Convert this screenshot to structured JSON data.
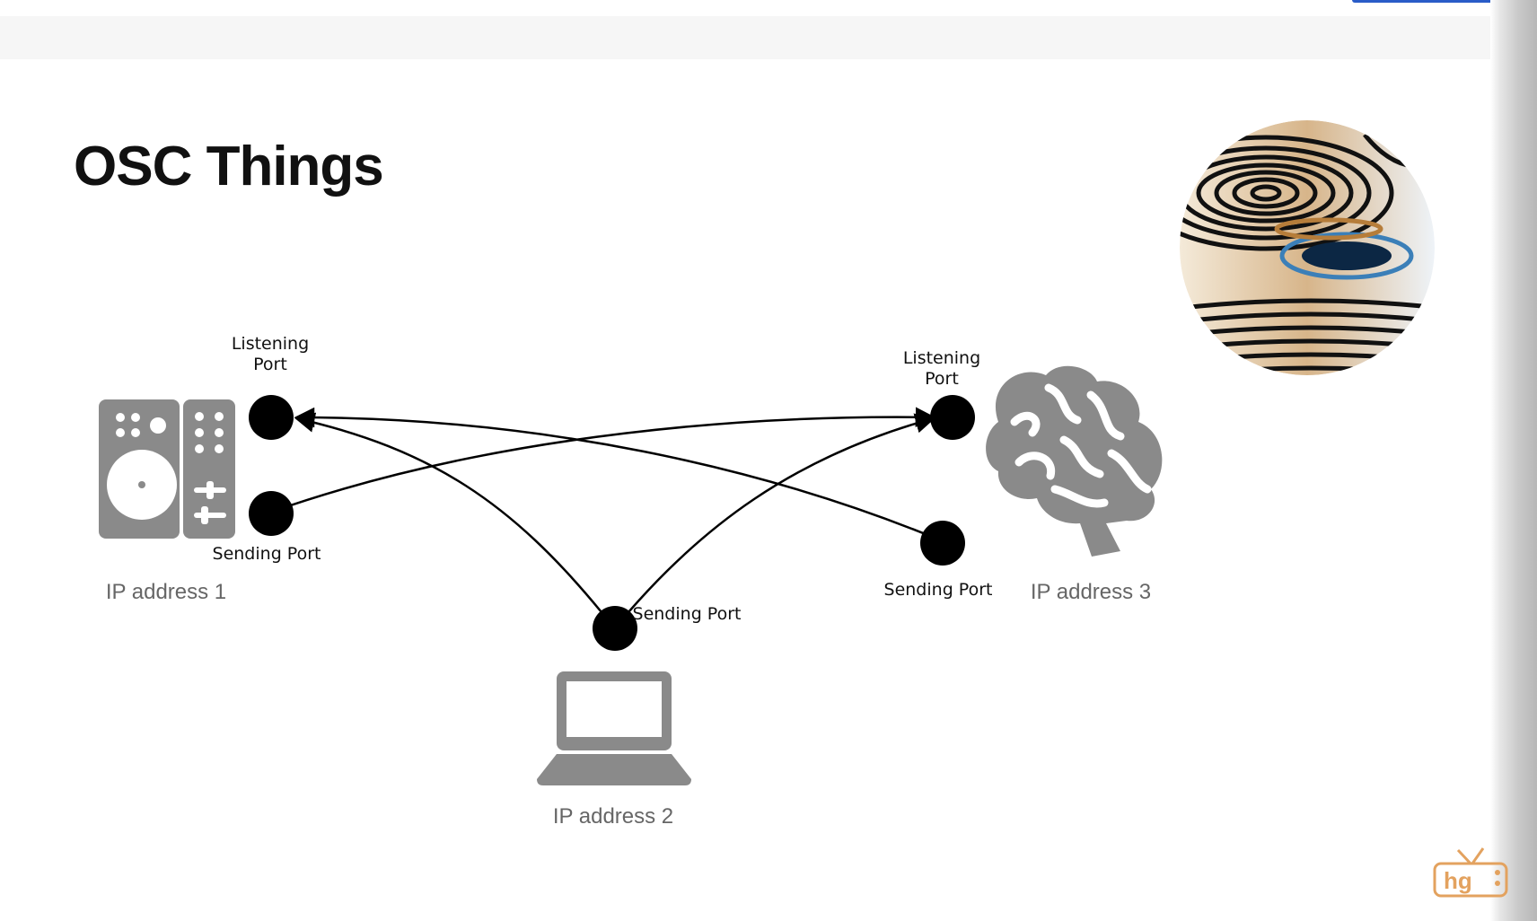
{
  "slide": {
    "title": "OSC Things"
  },
  "devices": {
    "device1": {
      "ip_label": "IP address 1",
      "listening_label": "Listening Port",
      "sending_label": "Sending Port"
    },
    "device2": {
      "ip_label": "IP address 2",
      "sending_label": "Sending Port"
    },
    "device3": {
      "ip_label": "IP address 3",
      "listening_label": "Listening Port",
      "sending_label": "Sending Port"
    }
  },
  "icons": {
    "mixer": "mixer-icon",
    "laptop": "laptop-icon",
    "brain": "brain-icon",
    "artwork": "moire-artwork-image",
    "logo": "hg-tv-logo"
  },
  "colors": {
    "icon_gray": "#8a8a8a",
    "port_fill": "#000000",
    "logo_orange": "#e3a25f"
  }
}
